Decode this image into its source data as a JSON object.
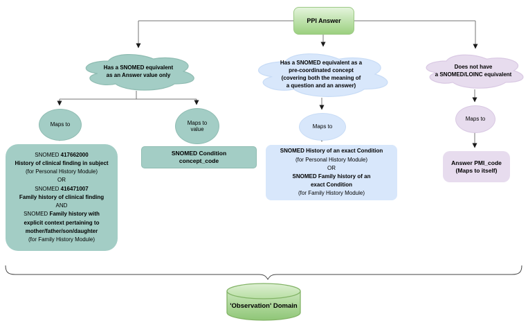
{
  "colors": {
    "root_green": "#9bd07f",
    "teal_node": "#a3cdc5",
    "blue_node": "#d8e7fb",
    "purple_node": "#e7dcee",
    "cylinder_green": "#97d077",
    "connector": "#666666"
  },
  "root": {
    "label": "PPI Answer"
  },
  "left": {
    "condition": "Has a SNOMED equivalent\nas an Answer value only",
    "maps_to": "Maps to",
    "maps_to_value": "Maps to\nvalue",
    "result_main_box": {
      "l0n": "SNOMED ",
      "l0b": "417662000",
      "l1": "History of clinical finding in subject",
      "l2": "(for Personal History Module)",
      "l3": "OR",
      "l4n": "SNOMED ",
      "l4b": "416471007",
      "l5": "Family history of clinical finding",
      "l6": "AND",
      "l7n": "SNOMED ",
      "l7b": "Family history with",
      "l8": "explicit context pertaining to",
      "l9": "mother/father/son/daughter",
      "l10": "(for Family History Module)"
    },
    "result_value_box": "SNOMED Condition\nconcept_code"
  },
  "middle": {
    "condition": "Has a SNOMED equivalent as a\npre-coordinated concept\n(covering both the meaning of\na question and an answer)",
    "maps_to": "Maps to",
    "result_box": {
      "l0": "SNOMED History of an exact Condition",
      "l1": "(for Personal History Module)",
      "l2": "OR",
      "l3": "SNOMED Family history of an\nexact Condition",
      "l4": "(for Family History Module)"
    }
  },
  "right": {
    "condition": "Does not have\na SNOMED/LOINC equivalent",
    "maps_to": "Maps to",
    "result_box": "Answer PMI_code\n(Maps to itself)"
  },
  "footer": {
    "domain_label": "'Observation' Domain"
  }
}
